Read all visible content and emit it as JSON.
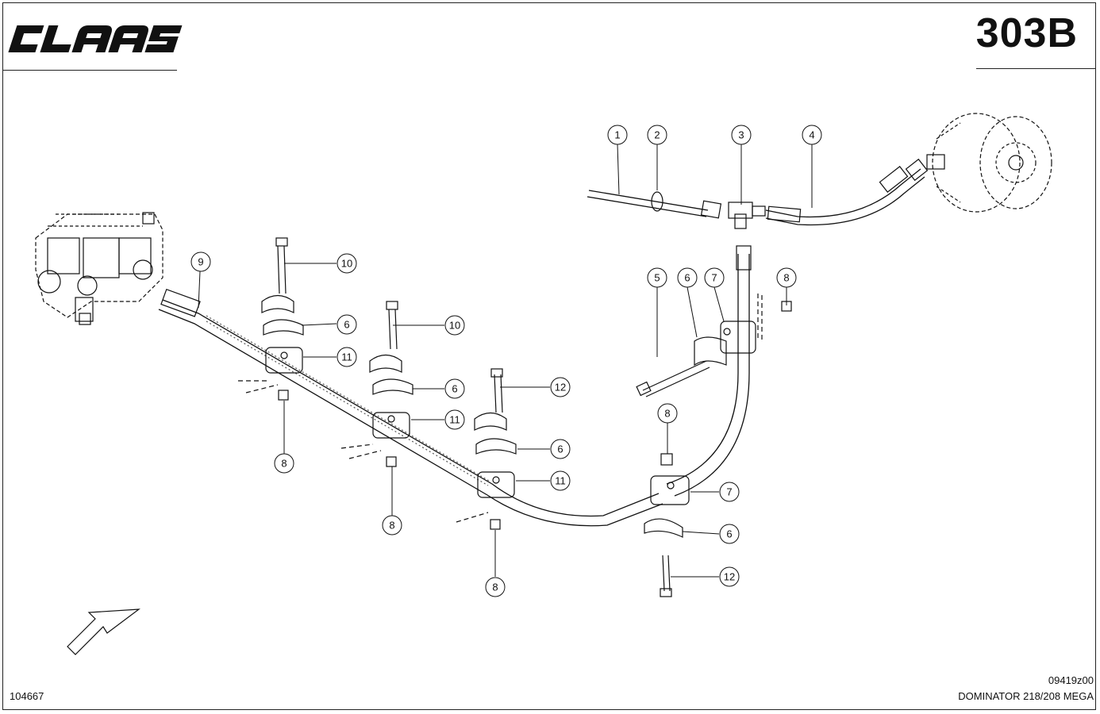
{
  "header": {
    "brand_logo_text": "CLAAS",
    "page_number": "303B"
  },
  "callouts": [
    {
      "id": "c1",
      "label": "1"
    },
    {
      "id": "c2",
      "label": "2"
    },
    {
      "id": "c3",
      "label": "3"
    },
    {
      "id": "c4",
      "label": "4"
    },
    {
      "id": "c5",
      "label": "5"
    },
    {
      "id": "c6a",
      "label": "6"
    },
    {
      "id": "c7a",
      "label": "7"
    },
    {
      "id": "c8a",
      "label": "8"
    },
    {
      "id": "c9",
      "label": "9"
    },
    {
      "id": "c10a",
      "label": "10"
    },
    {
      "id": "c6b",
      "label": "6"
    },
    {
      "id": "c11a",
      "label": "11"
    },
    {
      "id": "c10b",
      "label": "10"
    },
    {
      "id": "c6c",
      "label": "6"
    },
    {
      "id": "c11b",
      "label": "11"
    },
    {
      "id": "c12a",
      "label": "12"
    },
    {
      "id": "c6d",
      "label": "6"
    },
    {
      "id": "c11c",
      "label": "11"
    },
    {
      "id": "c8b",
      "label": "8"
    },
    {
      "id": "c8c",
      "label": "8"
    },
    {
      "id": "c8d",
      "label": "8"
    },
    {
      "id": "c8e",
      "label": "8"
    },
    {
      "id": "c7b",
      "label": "7"
    },
    {
      "id": "c6e",
      "label": "6"
    },
    {
      "id": "c12b",
      "label": "12"
    }
  ],
  "footer": {
    "drawing_number": "104667",
    "document_code": "09419z00",
    "model": "DOMINATOR 218/208 MEGA"
  }
}
